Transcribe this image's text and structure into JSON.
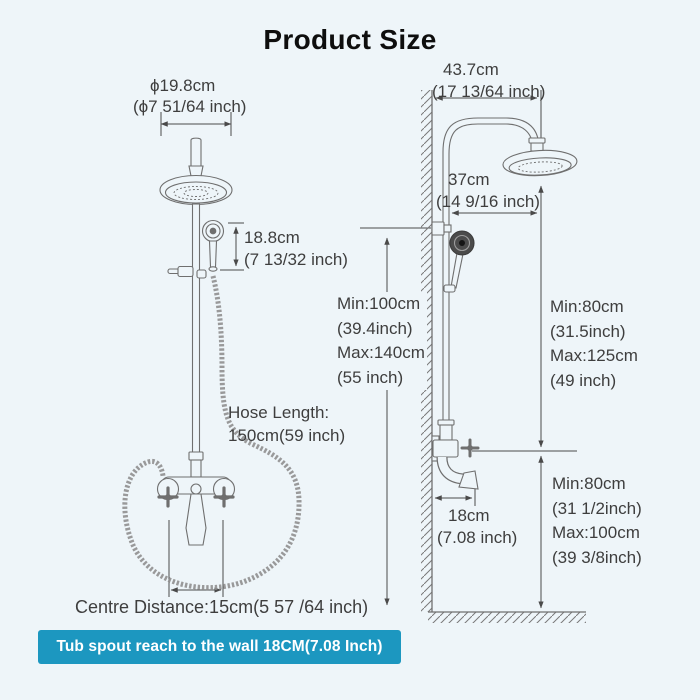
{
  "page": {
    "title": "Product Size"
  },
  "colors": {
    "background": "#eef5f9",
    "banner_background": "#1c97c0",
    "banner_text": "#ffffff",
    "fixture_line": "#6f6f6f",
    "dimension_line": "#4a4a4a",
    "label_text": "#3e3e3e",
    "title_text": "#0e0e0e"
  },
  "left_figure": {
    "head_diameter": {
      "line1": "ϕ19.8cm",
      "line2": "(ϕ7 51/64 inch)"
    },
    "hand_shower_length": {
      "line1": "18.8cm",
      "line2": "(7 13/32 inch)"
    },
    "hose_length": {
      "line1": "Hose Length:",
      "line2": "150cm(59 inch)"
    },
    "centre_distance": "Centre Distance:15cm(5 57 /64 inch)"
  },
  "right_figure": {
    "top_width": {
      "line1": "43.7cm",
      "line2": "(17 13/64 inch)"
    },
    "head_offset": {
      "line1": "37cm",
      "line2": "(14 9/16 inch)"
    },
    "riser_height": {
      "lines": [
        "Min:100cm",
        "(39.4inch)",
        "Max:140cm",
        "(55 inch)"
      ]
    },
    "head_to_valve": {
      "lines": [
        "Min:80cm",
        "(31.5inch)",
        "Max:125cm",
        "(49 inch)"
      ]
    },
    "spout_reach": {
      "line1": "18cm",
      "line2": "(7.08 inch)"
    },
    "valve_height": {
      "lines": [
        "Min:80cm",
        "(31 1/2inch)",
        "Max:100cm",
        "(39 3/8inch)"
      ]
    }
  },
  "banner": {
    "text": "Tub spout reach to the wall 18CM(7.08 Inch)"
  }
}
